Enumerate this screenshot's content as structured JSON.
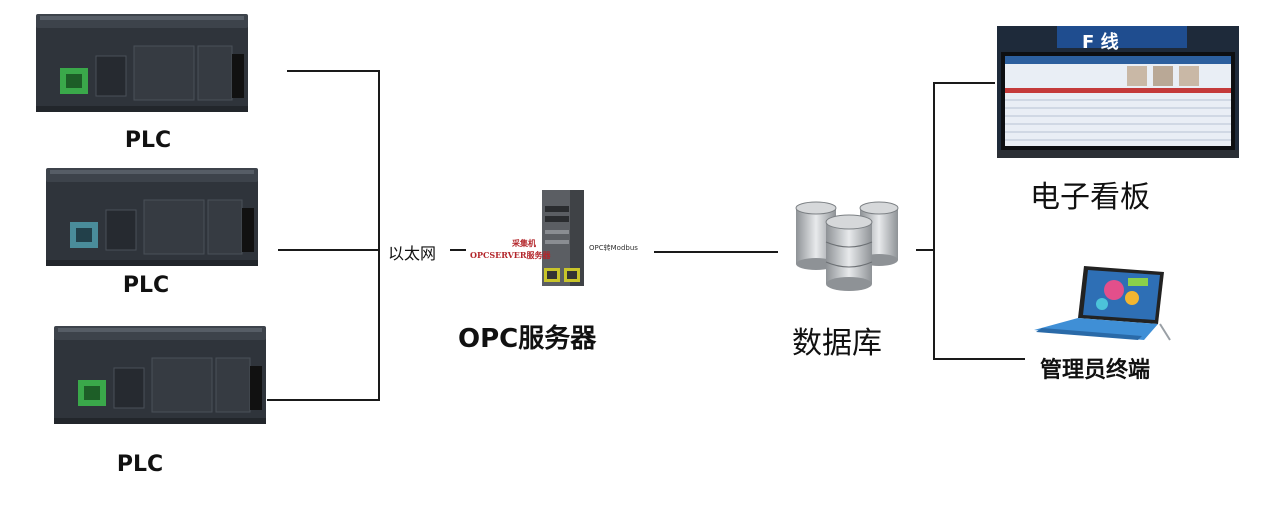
{
  "plcs": [
    {
      "label": "PLC"
    },
    {
      "label": "PLC"
    },
    {
      "label": "PLC"
    }
  ],
  "network": {
    "label": "以太网"
  },
  "server": {
    "label": "OPC服务器",
    "tag_line1": "采集机",
    "tag_line2": "OPCSERVER服务器",
    "side_text": "OPC转Modbus"
  },
  "database": {
    "label": "数据库"
  },
  "board": {
    "label": "电子看板",
    "sign_text": "F 线"
  },
  "terminal": {
    "label": "管理员终端"
  },
  "colors": {
    "line": "#1a1a1a",
    "plc_body": "#2f343b",
    "plc_port": "#3aa84a",
    "tag_red": "#b3262b",
    "screen_blue": "#1f4d8f"
  }
}
